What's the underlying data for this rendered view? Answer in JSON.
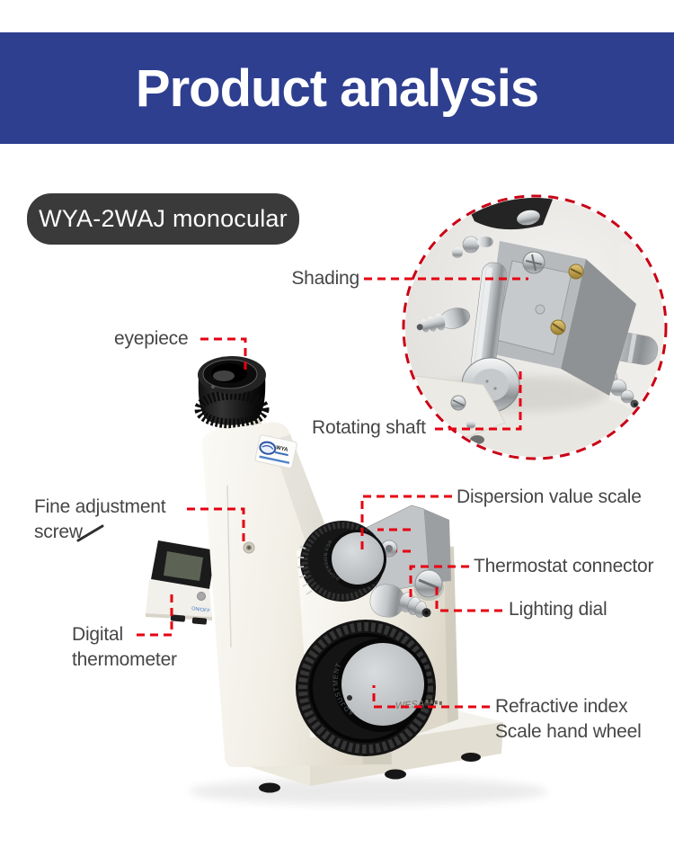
{
  "header": {
    "title": "Product analysis"
  },
  "badge": {
    "label": "WYA-2WAJ monocular"
  },
  "labels": {
    "shading": {
      "text": "Shading"
    },
    "eyepiece": {
      "text": "eyepiece"
    },
    "rotating_shaft": {
      "text": "Rotating shaft"
    },
    "fine_adjustment": {
      "line1": "Fine adjustment",
      "line2": "screw"
    },
    "dispersion_scale": {
      "text": "Dispersion value scale"
    },
    "thermostat_connector": {
      "text": "Thermostat connector"
    },
    "lighting_dial": {
      "text": "Lighting dial"
    },
    "digital_thermometer": {
      "line1": "Digital",
      "line2": "thermometer"
    },
    "refractive_index": {
      "line1": "Refractive index",
      "line2": "Scale hand wheel"
    }
  },
  "instrument": {
    "dispersion_dial_text": "DISPERSION CORRECTOR",
    "adjustment_wheel_text": "ADJUSTMENT",
    "thermometer_switch_text": "ON/OFF",
    "brand_text": "WESA",
    "logo_text": "WYA"
  },
  "colors": {
    "banner_blue": "#2e3f90",
    "badge_gray": "#3a3a3a",
    "leader_red": "#e60012",
    "label_text": "#464646"
  }
}
